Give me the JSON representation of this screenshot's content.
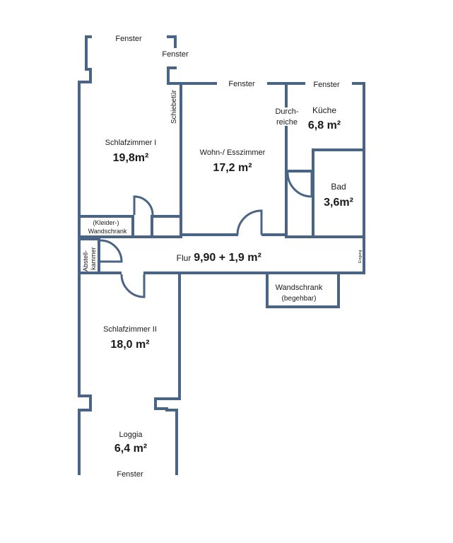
{
  "labels": {
    "fenster_top_left": "Fenster",
    "fenster_top_left2": "Fenster",
    "fenster_wohn": "Fenster",
    "fenster_kueche": "Fenster",
    "fenster_loggia": "Fenster",
    "schiebetuer": "Schiebetür",
    "durch_1": "Durch-",
    "durch_2": "reiche",
    "kueche_name": "Küche",
    "kueche_area": "6,8 m²",
    "schlaf1_name": "Schlafzimmer I",
    "schlaf1_area": "19,8m²",
    "wohn_name": "Wohn-/ Esszimmer",
    "wohn_area": "17,2 m²",
    "bad_name": "Bad",
    "bad_area": "3,6m²",
    "kleider_1": "(Kleider-)",
    "kleider_2": "Wandschrank",
    "abstell_1": "Abstell-",
    "abstell_2": "kammer",
    "flur_name": "Flur",
    "flur_area": "9,90 + 1,9 m²",
    "eingang": "Eingang",
    "wandschrank_1": "Wandschrank",
    "wandschrank_2": "(begehbar)",
    "schlaf2_name": "Schlafzimmer II",
    "schlaf2_area": "18,0 m²",
    "loggia_name": "Loggia",
    "loggia_area": "6,4 m²"
  }
}
